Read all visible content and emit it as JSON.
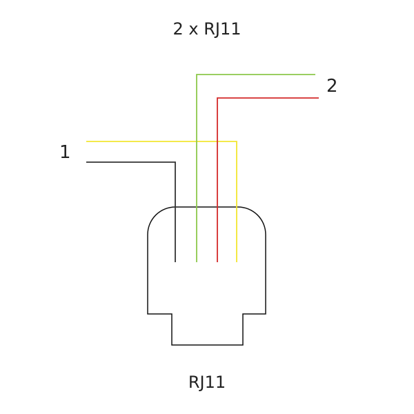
{
  "diagram": {
    "title": "2 x RJ11",
    "caption": "RJ11",
    "labels": {
      "pair1": "1",
      "pair2": "2"
    },
    "colors": {
      "outline": "#111111",
      "wire_black": "#333333",
      "wire_green": "#8cc84b",
      "wire_red": "#d42a2a",
      "wire_yellow": "#f2e630"
    },
    "wires": [
      {
        "name": "black",
        "pair": "1"
      },
      {
        "name": "yellow",
        "pair": "1"
      },
      {
        "name": "green",
        "pair": "2"
      },
      {
        "name": "red",
        "pair": "2"
      }
    ]
  }
}
